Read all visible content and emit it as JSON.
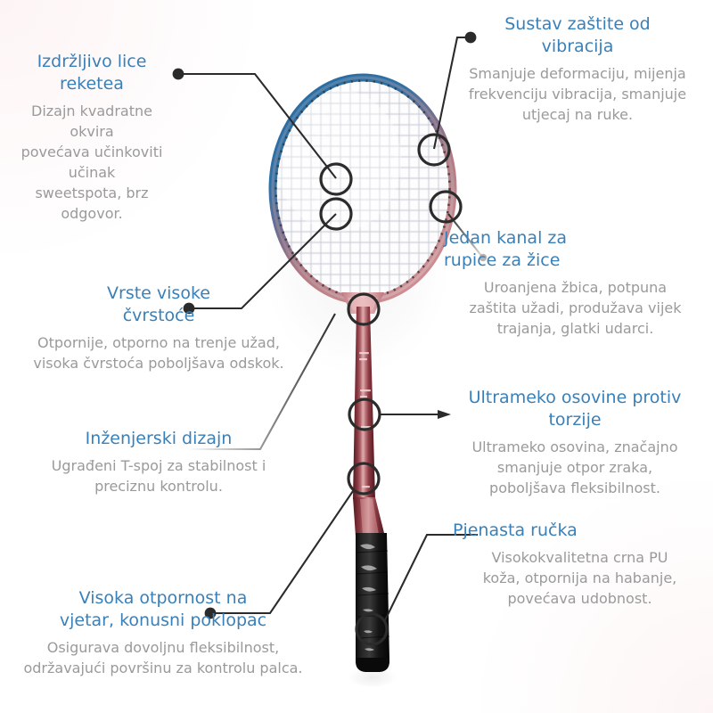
{
  "page": {
    "subject": "badminton-racket-feature-infographic",
    "language": "hr",
    "background_color": "#ffffff",
    "title_color": "#3a80b8",
    "body_color": "#9a9a9a",
    "line_color": "#2b2b2b"
  },
  "callouts": [
    {
      "id": "durable-racket-face",
      "title": "Izdržljivo lice\nreketea",
      "body": "Dizajn kvadratne okvira\npovećava učinkoviti učinak\nsweetspota, brz odgovor."
    },
    {
      "id": "vibration-protection-system",
      "title": "Sustav zaštite od\nvibracija",
      "body": "Smanjuje deformaciju, mijenja\nfrekvenciju vibracija, smanjuje\nutjecaj na ruke."
    },
    {
      "id": "single-channel-string-holes",
      "title": "Jedan kanal za\nrupice za žice",
      "body": "Uroanjena žbica, potpuna\nzaštita užadi, produžava vijek\ntrajanja, glatki udarci."
    },
    {
      "id": "high-strength-strings",
      "title": "Vrste visoke\nčvrstoće",
      "body": "Otpornije, otporno na trenje užad,\nvisoka čvrstoća poboljšava odskok."
    },
    {
      "id": "ultra-soft-anti-torsion-shaft",
      "title": "Ultrameko osovine protiv\ntorzije",
      "body": "Ultrameko osovina, značajno\nsmanjuje otpor zraka,\npoboljšava fleksibilnost."
    },
    {
      "id": "engineering-design",
      "title": "Inženjerski dizajn",
      "body": "Ugrađeni T-spoj za stabilnost i\npreciznu kontrolu."
    },
    {
      "id": "foam-handle",
      "title": "Pjenasta ručka",
      "body": "Visokokvalitetna crna PU\nkoža, otpornija na habanje,\npovećava udobnost."
    },
    {
      "id": "wind-resistance-conical-cap",
      "title": "Visoka otpornost na\nvjetar, konusni poklopac",
      "body": "Osigurava dovoljnu fleksibilnost,\nodržavajući površinu za kontrolu palca."
    }
  ],
  "product": {
    "name": "badminton-racket",
    "frame_top_color": "#2e6d9e",
    "frame_bottom_color": "#c4868a",
    "shaft_color": "#8e3d45",
    "grip_color": "#151515",
    "string_color": "#c9ced6"
  },
  "markers": {
    "circle_count": 8,
    "dot_count": 4,
    "arrow_count": 1
  }
}
